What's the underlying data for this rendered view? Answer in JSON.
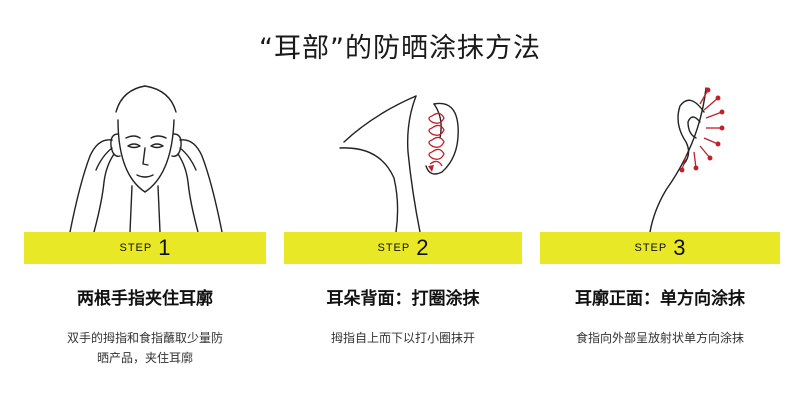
{
  "title": "“耳部”的防晒涂抹方法",
  "colors": {
    "banner": "#e8e827",
    "arrow": "#c0202a",
    "line": "#222222"
  },
  "steps": [
    {
      "step_word": "STEP",
      "number": "1",
      "heading": "两根手指夹住耳廓",
      "desc_lines": [
        "双手的拇指和食指蘸取少量防",
        "晒产品，夹住耳廓"
      ]
    },
    {
      "step_word": "STEP",
      "number": "2",
      "heading": "耳朵背面：打圈涂抹",
      "desc_lines": [
        "拇指自上而下以打小圈抹开"
      ]
    },
    {
      "step_word": "STEP",
      "number": "3",
      "heading": "耳廓正面：单方向涂抹",
      "desc_lines": [
        "食指向外部呈放射状单方向涂抹"
      ]
    }
  ]
}
